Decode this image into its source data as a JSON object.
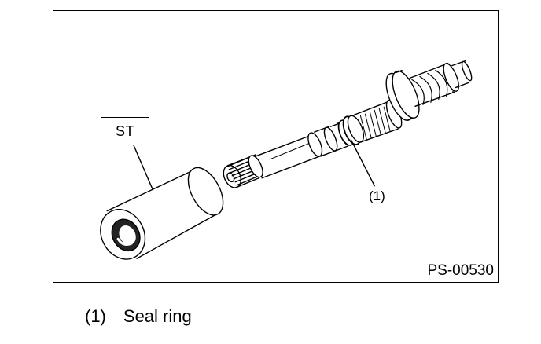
{
  "figure": {
    "tool_label": "ST",
    "callout_number": "(1)",
    "figure_code": "PS-00530"
  },
  "legend": [
    {
      "number": "(1)",
      "text": "Seal ring"
    }
  ]
}
